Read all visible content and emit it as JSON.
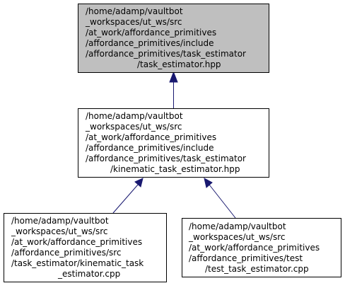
{
  "nodes": {
    "focus": {
      "lines": [
        "/home/adamp/vaultbot",
        "_workspaces/ut_ws/src",
        "/at_work/affordance_primitives",
        "/affordance_primitives/include",
        "/affordance_primitives/task_estimator",
        "/task_estimator.hpp"
      ],
      "fill": "#bfbfbf"
    },
    "middle": {
      "lines": [
        "/home/adamp/vaultbot",
        "_workspaces/ut_ws/src",
        "/at_work/affordance_primitives",
        "/affordance_primitives/include",
        "/affordance_primitives/task_estimator",
        "/kinematic_task_estimator.hpp"
      ]
    },
    "left": {
      "lines": [
        "/home/adamp/vaultbot",
        "_workspaces/ut_ws/src",
        "/at_work/affordance_primitives",
        "/affordance_primitives/src",
        "/task_estimator/kinematic_task",
        "_estimator.cpp"
      ]
    },
    "right": {
      "lines": [
        "/home/adamp/vaultbot",
        "_workspaces/ut_ws/src",
        "/at_work/affordance_primitives",
        "/affordance_primitives/test",
        "/test_task_estimator.cpp"
      ]
    }
  },
  "edge_color": "#191970"
}
